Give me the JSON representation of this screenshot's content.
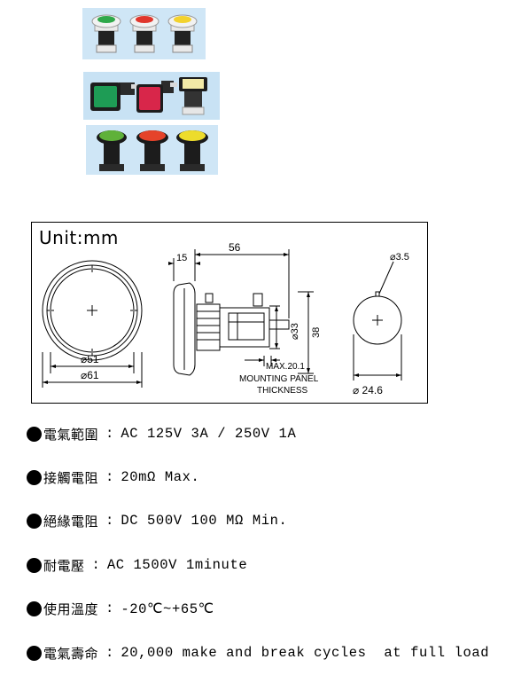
{
  "drawing": {
    "unit": "Unit:mm",
    "dims": {
      "d51": "⌀51",
      "d61": "⌀61",
      "w15": "15",
      "w56": "56",
      "d33": "⌀33",
      "h38": "38",
      "panel": [
        "MAX.20.1",
        "MOUNTING PANEL",
        "THICKNESS"
      ],
      "d35": "⌀3.5",
      "d246": "⌀ 24.6"
    }
  },
  "specs": [
    {
      "label": "電氣範圍",
      "value": "AC 125V 3A / 250V 1A"
    },
    {
      "label": "接觸電阻",
      "value": "20mΩ Max."
    },
    {
      "label": "絕緣電阻",
      "value": "DC 500V 100 MΩ Min."
    },
    {
      "label": "耐電壓",
      "value": "AC 1500V 1minute"
    },
    {
      "label": "使用溫度",
      "value": "-20℃~+65℃"
    },
    {
      "label": "電氣壽命",
      "value": "20,000 make and break cycles  at full load"
    }
  ],
  "photos": {
    "row1_colors": [
      "#2fa84a",
      "#e0362c",
      "#f3d22d"
    ],
    "row2_colors": [
      "#1e9c55",
      "#d8264a",
      "#f2e9a6"
    ],
    "row3_colors": [
      "#5fb13a",
      "#e5432a",
      "#eddc2c"
    ]
  }
}
